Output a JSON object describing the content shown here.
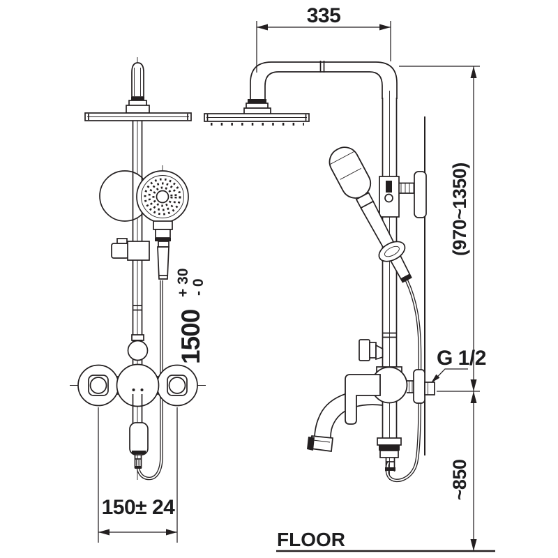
{
  "drawing": {
    "colors": {
      "line": "#231f20",
      "background": "#ffffff"
    },
    "dimensions": {
      "top_width": "335",
      "height_range": "(970~1350)",
      "outlet_height": "~850",
      "hose_length": "1500",
      "hose_tolerance_plus": "+ 30",
      "hose_tolerance_minus": "- 0",
      "valve_spacing": "150± 24"
    },
    "labels": {
      "thread": "G 1/2",
      "floor": "FLOOR"
    }
  }
}
